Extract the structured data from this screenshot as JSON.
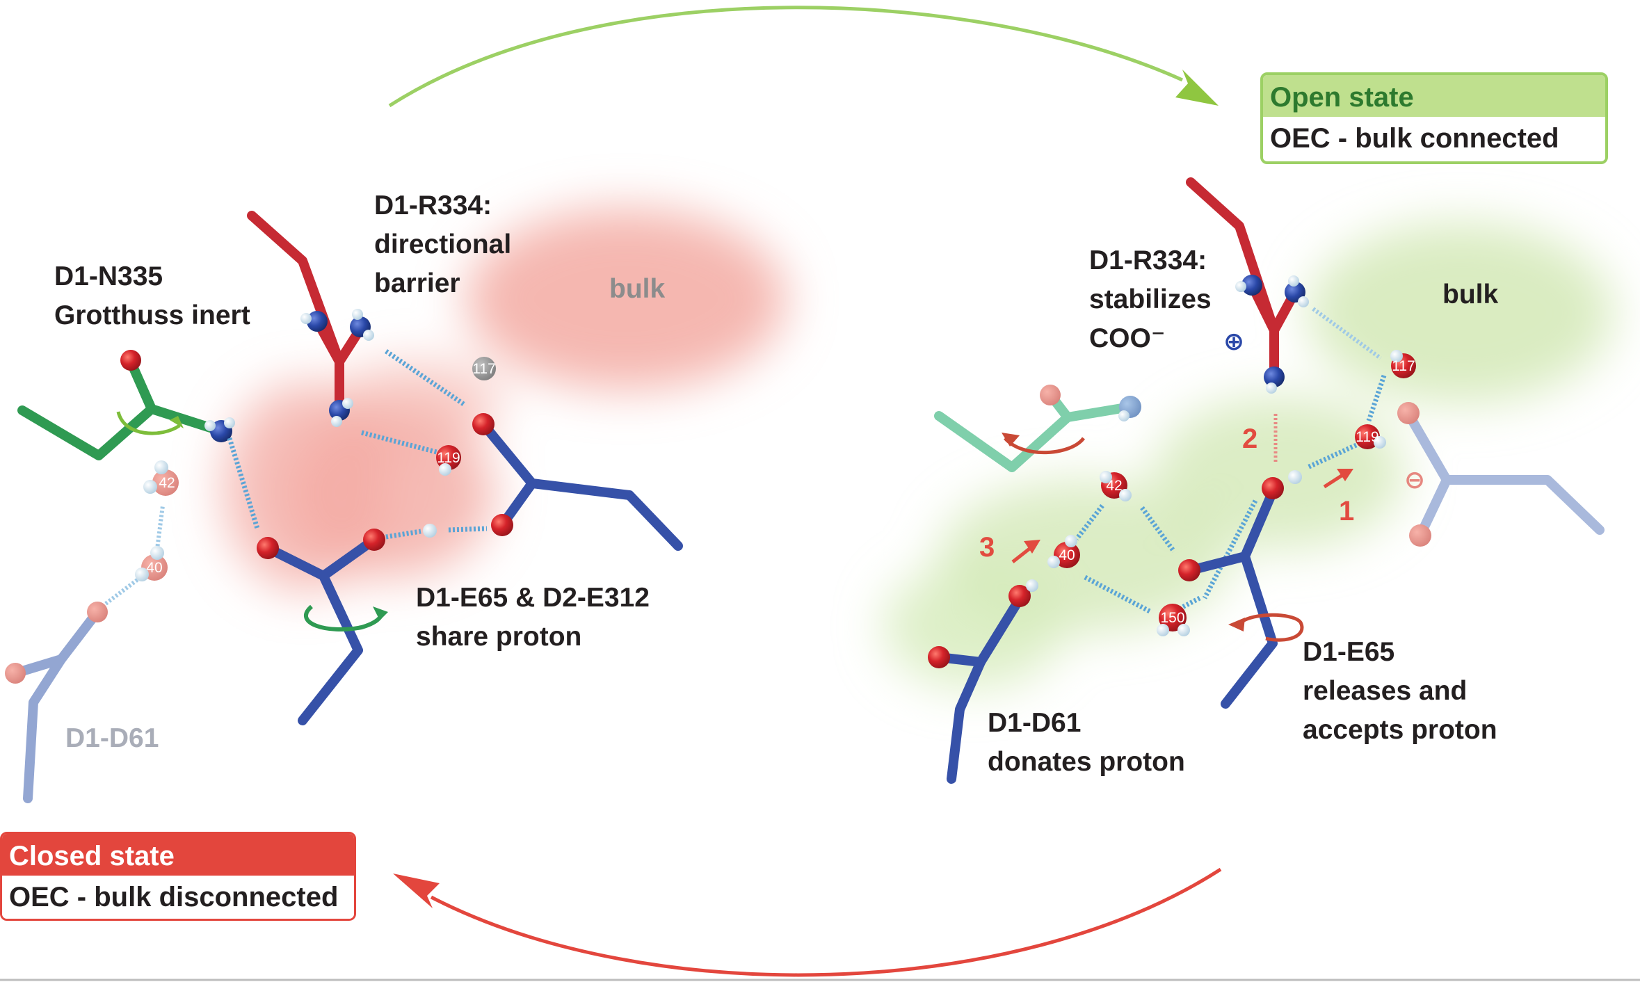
{
  "figure": {
    "open_state": {
      "title": "Open state",
      "subtitle": "OEC - bulk connected",
      "bulk_label": "bulk",
      "r334_lines": [
        "D1-R334:",
        "stabilizes",
        "COO⁻"
      ],
      "e65_lines": [
        "D1-E65",
        "releases and",
        "accepts proton"
      ],
      "d61_lines": [
        "D1-D61",
        "donates proton"
      ],
      "step_labels": [
        "1",
        "2",
        "3"
      ],
      "waters": [
        "117",
        "119",
        "42",
        "40",
        "150"
      ],
      "charges": {
        "positive": "⊕",
        "negative": "⊖"
      }
    },
    "closed_state": {
      "title": "Closed state",
      "subtitle": "OEC - bulk disconnected",
      "bulk_label": "bulk",
      "n335_lines": [
        "D1-N335",
        "Grotthuss inert"
      ],
      "r334_lines": [
        "D1-R334:",
        "directional",
        "barrier"
      ],
      "e65_d2_lines": [
        "D1-E65 & D2-E312",
        "share proton"
      ],
      "d61_label": "D1-D61",
      "waters": [
        "117",
        "119",
        "42",
        "40"
      ]
    },
    "colors": {
      "arginine": "#c62a33",
      "acid_residue": "#3651a8",
      "asparagine": "#2f9a52",
      "oxygen": "#d5232a",
      "nitrogen": "#2a48a8",
      "hbond": "#5aa4d6",
      "open_accent": "#9cd064",
      "closed_accent": "#e3463d",
      "bulk_closed": "#f2a8a0",
      "bulk_open": "#cfe7b0"
    },
    "icons": [
      "cycle-arrow-top-icon",
      "cycle-arrow-bottom-icon",
      "rotation-arrow-icon",
      "proton-transfer-arrow-icon"
    ]
  }
}
